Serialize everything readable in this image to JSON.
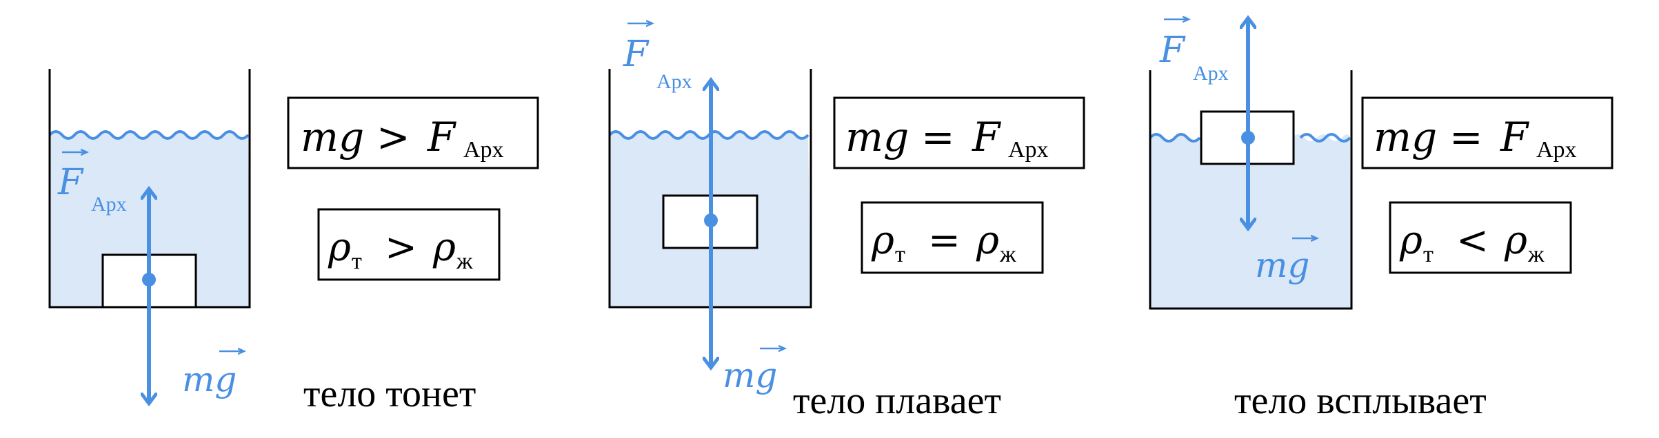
{
  "colors": {
    "water": "#dbe8f8",
    "wave": "#4a90e2",
    "arrow": "#4a90e2",
    "outline": "#000000",
    "label": "#4a90e2"
  },
  "symbols": {
    "force_archimedes_main": "F",
    "force_archimedes_sub": "Арх",
    "gravity": "mg"
  },
  "panels": [
    {
      "id": "sinks",
      "caption": "тело тонет",
      "force_relation": {
        "lhs": "mg",
        "op": ">",
        "rhs_main": "F",
        "rhs_sub": "Арх"
      },
      "density_relation": {
        "lhs_main": "ρ",
        "lhs_sub": "т",
        "op": ">",
        "rhs_main": "ρ",
        "rhs_sub": "ж"
      }
    },
    {
      "id": "floats",
      "caption": "тело плавает",
      "force_relation": {
        "lhs": "mg",
        "op": "=",
        "rhs_main": "F",
        "rhs_sub": "Арх"
      },
      "density_relation": {
        "lhs_main": "ρ",
        "lhs_sub": "т",
        "op": "=",
        "rhs_main": "ρ",
        "rhs_sub": "ж"
      }
    },
    {
      "id": "rises",
      "caption": "тело всплывает",
      "force_relation": {
        "lhs": "mg",
        "op": "=",
        "rhs_main": "F",
        "rhs_sub": "Арх"
      },
      "density_relation": {
        "lhs_main": "ρ",
        "lhs_sub": "т",
        "op": "<",
        "rhs_main": "ρ",
        "rhs_sub": "ж"
      }
    }
  ]
}
